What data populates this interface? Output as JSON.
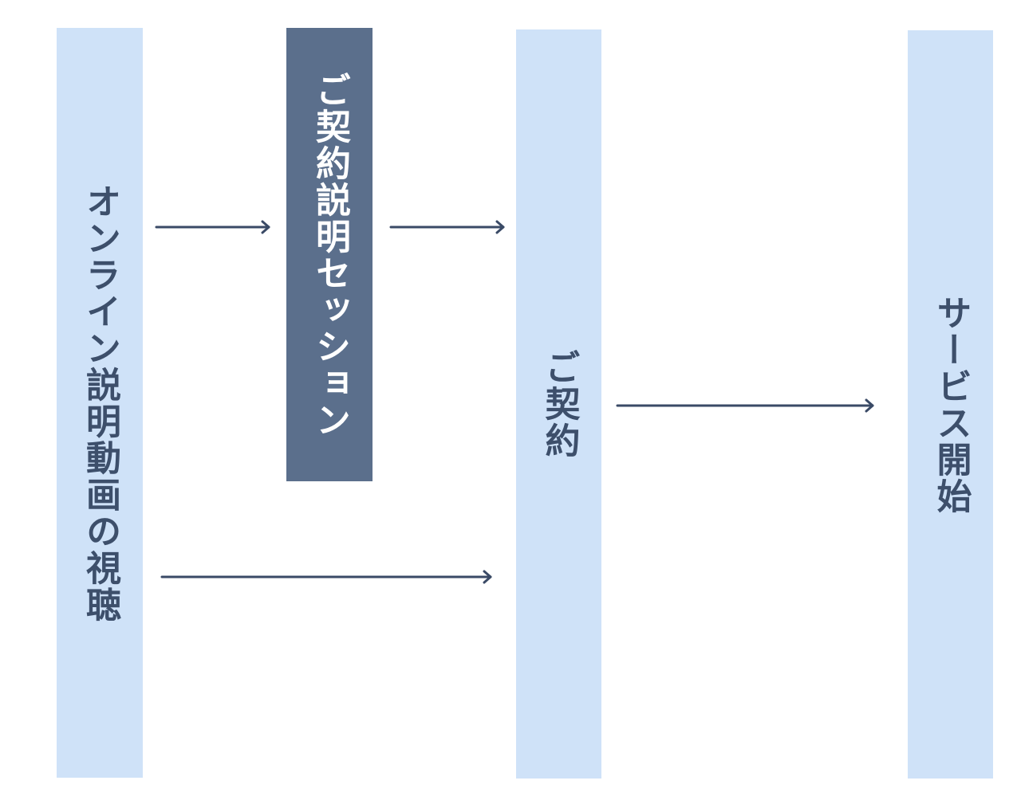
{
  "steps": [
    {
      "id": "watch-video",
      "label": "オンライン説明動画の視聴"
    },
    {
      "id": "session",
      "label": "ご契約説明セッション"
    },
    {
      "id": "contract",
      "label": "ご契約"
    },
    {
      "id": "service-start",
      "label": "サービス開始"
    }
  ],
  "colors": {
    "step_light": "#cfe2f8",
    "step_dark": "#5b6f8c",
    "text_dark": "#3d4f6b",
    "arrow": "#3a4a66"
  },
  "connections": [
    {
      "from": "watch-video",
      "to": "session"
    },
    {
      "from": "session",
      "to": "contract"
    },
    {
      "from": "watch-video",
      "to": "contract"
    },
    {
      "from": "contract",
      "to": "service-start"
    }
  ]
}
